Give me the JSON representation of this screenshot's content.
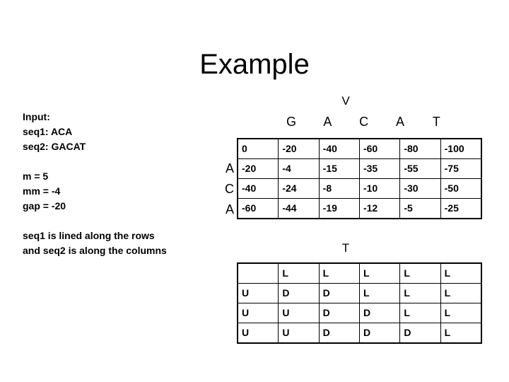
{
  "slide": {
    "title": "Example"
  },
  "notes": {
    "input_label": "Input:",
    "seq1": "seq1: ACA",
    "seq2": "seq2: GACAT",
    "match": "m = 5",
    "mismatch": "mm = -4",
    "gap": "gap = -20",
    "orientation_line1": "seq1 is lined along the rows",
    "orientation_line2": "and seq2 is along the columns"
  },
  "matrix_v": {
    "caption": "V",
    "column_headers": [
      "",
      "G",
      "A",
      "C",
      "A",
      "T"
    ],
    "row_labels": [
      "",
      "A",
      "C",
      "A"
    ],
    "rows": [
      [
        "0",
        "-20",
        "-40",
        "-60",
        "-80",
        "-100"
      ],
      [
        "-20",
        "-4",
        "-15",
        "-35",
        "-55",
        "-75"
      ],
      [
        "-40",
        "-24",
        "-8",
        "-10",
        "-30",
        "-50"
      ],
      [
        "-60",
        "-44",
        "-19",
        "-12",
        "-5",
        "-25"
      ]
    ]
  },
  "matrix_t": {
    "caption": "T",
    "rows": [
      [
        "",
        "L",
        "L",
        "L",
        "L",
        "L"
      ],
      [
        "U",
        "D",
        "D",
        "L",
        "L",
        "L"
      ],
      [
        "U",
        "U",
        "D",
        "D",
        "L",
        "L"
      ],
      [
        "U",
        "U",
        "D",
        "D",
        "D",
        "L"
      ]
    ]
  },
  "colors": {
    "background": "#ffffff",
    "text": "#000000",
    "grid_line": "#000000"
  }
}
